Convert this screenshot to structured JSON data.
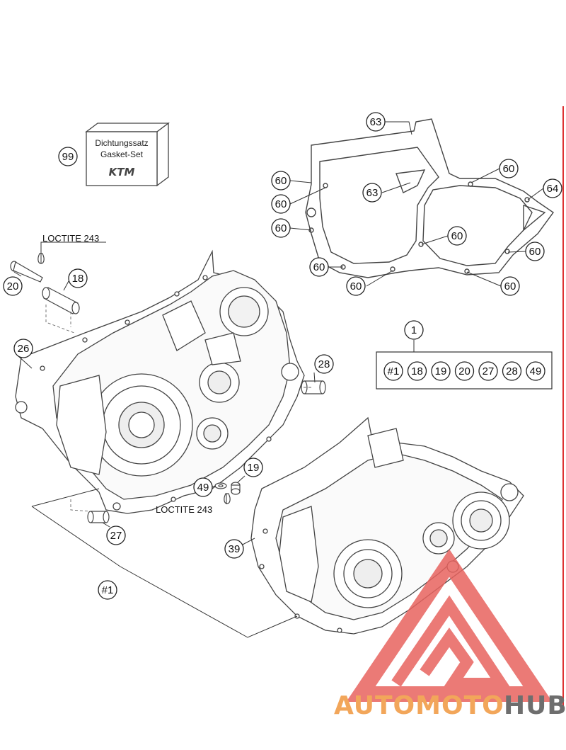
{
  "kit_box": {
    "line1": "Dichtungssatz",
    "line2": "Gasket-Set",
    "brand": "KTM"
  },
  "notes": {
    "loctite_top": "LOCTITE 243",
    "loctite_bottom": "LOCTITE 243"
  },
  "callouts": {
    "c99": "99",
    "c63a": "63",
    "c63b": "63",
    "c60a": "60",
    "c60b": "60",
    "c60c": "60",
    "c60d": "60",
    "c60e": "60",
    "c60f": "60",
    "c60g": "60",
    "c60h": "60",
    "c60i": "60",
    "c64": "64",
    "c1": "1",
    "c20": "20",
    "c18": "18",
    "c26": "26",
    "c28": "28",
    "c19": "19",
    "c49": "49",
    "c27": "27",
    "c39": "39",
    "cH1": "#1"
  },
  "kit_contents": [
    "#1",
    "18",
    "19",
    "20",
    "27",
    "28",
    "49"
  ],
  "watermark": {
    "part1": "AUTOMOTO",
    "part2": "HUB",
    "color1": "#f2a65a",
    "color2": "#6e6e6e",
    "logo_color": "#e8635f"
  }
}
